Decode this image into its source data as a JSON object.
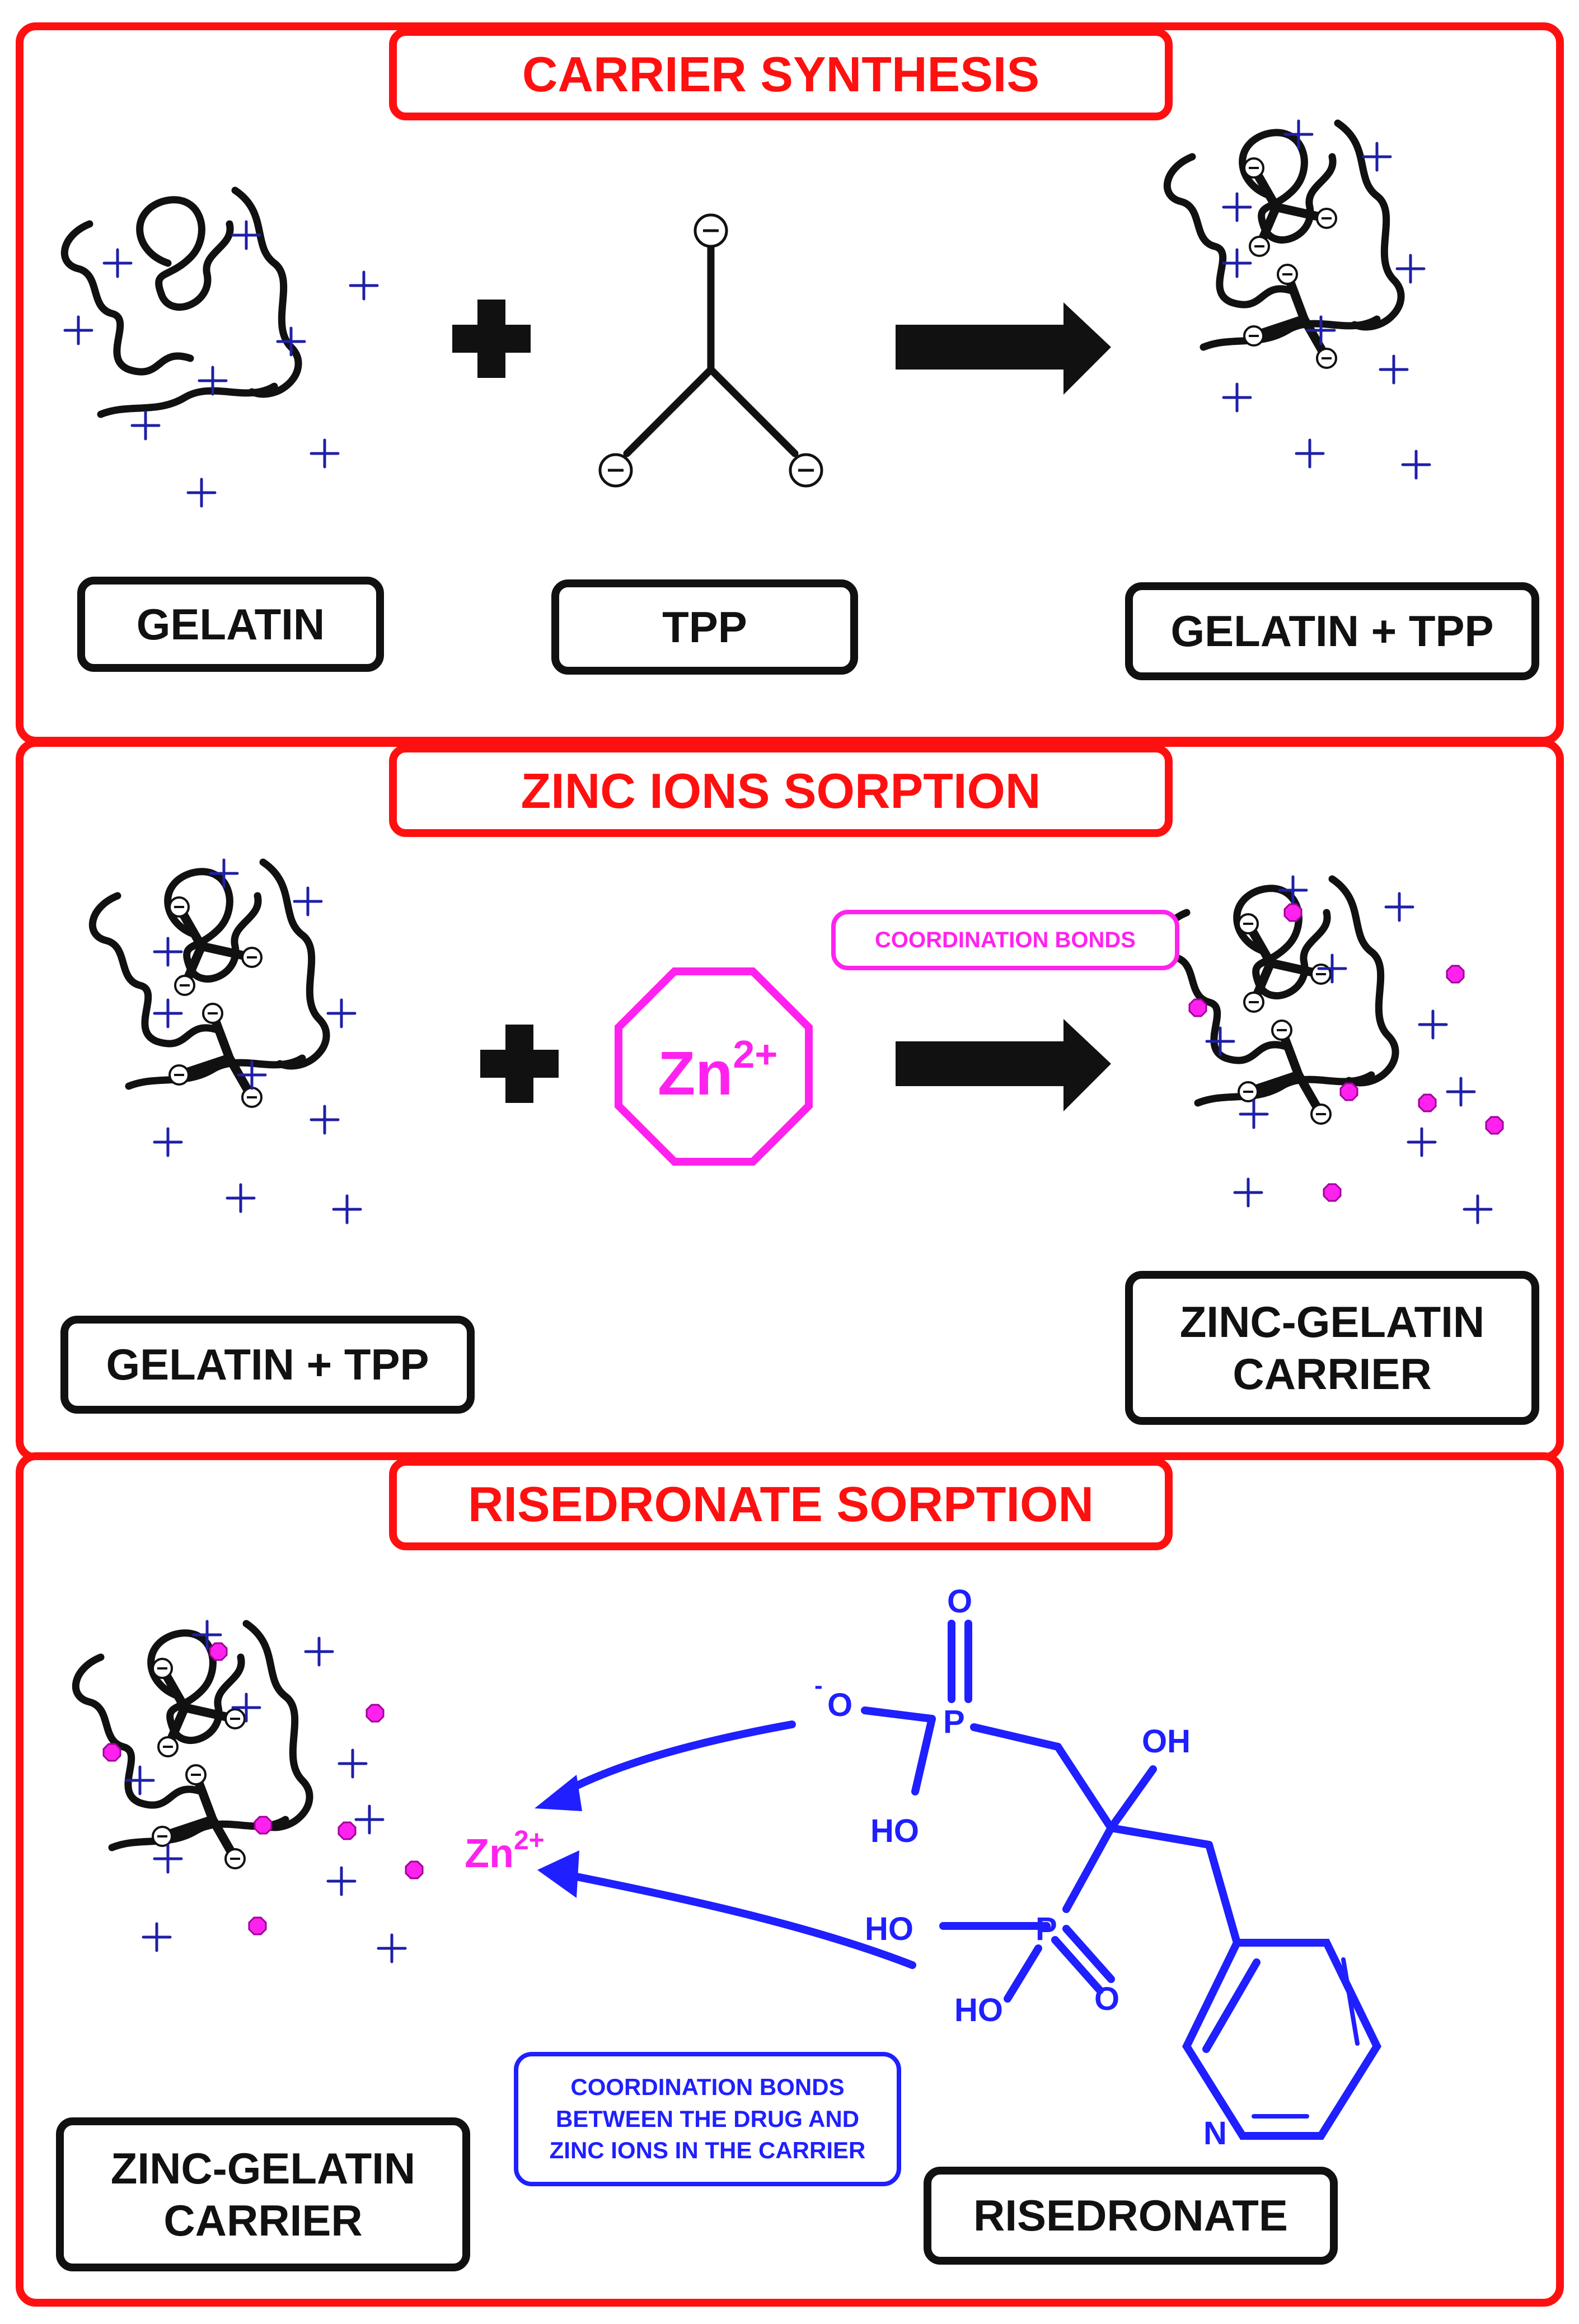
{
  "colors": {
    "panel_border": "#ff1010",
    "drug": "#1f1fff",
    "zinc": "#ff22ee",
    "ink": "#111111"
  },
  "section1": {
    "title": "CARRIER SYNTHESIS",
    "label_gelatin": "GELATIN",
    "label_tpp": "TPP",
    "label_product": "GELATIN + TPP"
  },
  "section2": {
    "title": "ZINC IONS SORPTION",
    "label_input": "GELATIN + TPP",
    "coordination": "COORDINATION BONDS",
    "zn_symbol": "Zn",
    "zn_charge": "2+",
    "label_product_line1": "ZINC-GELATIN",
    "label_product_line2": "CARRIER"
  },
  "section3": {
    "title": "RISEDRONATE SORPTION",
    "zn_symbol": "Zn",
    "zn_charge": "2+",
    "coord_line1": "COORDINATION BONDS",
    "coord_line2": "BETWEEN THE DRUG AND",
    "coord_line3": "ZINC IONS IN THE CARRIER",
    "label_carrier_line1": "ZINC-GELATIN",
    "label_carrier_line2": "CARRIER",
    "label_drug": "RISEDRONATE",
    "atoms": {
      "o_top": "O",
      "o_minus_sign": "-",
      "o_minus": "O",
      "p_top": "P",
      "ho_1": "HO",
      "oh": "OH",
      "p_bottom": "P",
      "ho_2": "HO",
      "ho_3": "HO",
      "o_bottom": "O",
      "n": "N"
    }
  }
}
